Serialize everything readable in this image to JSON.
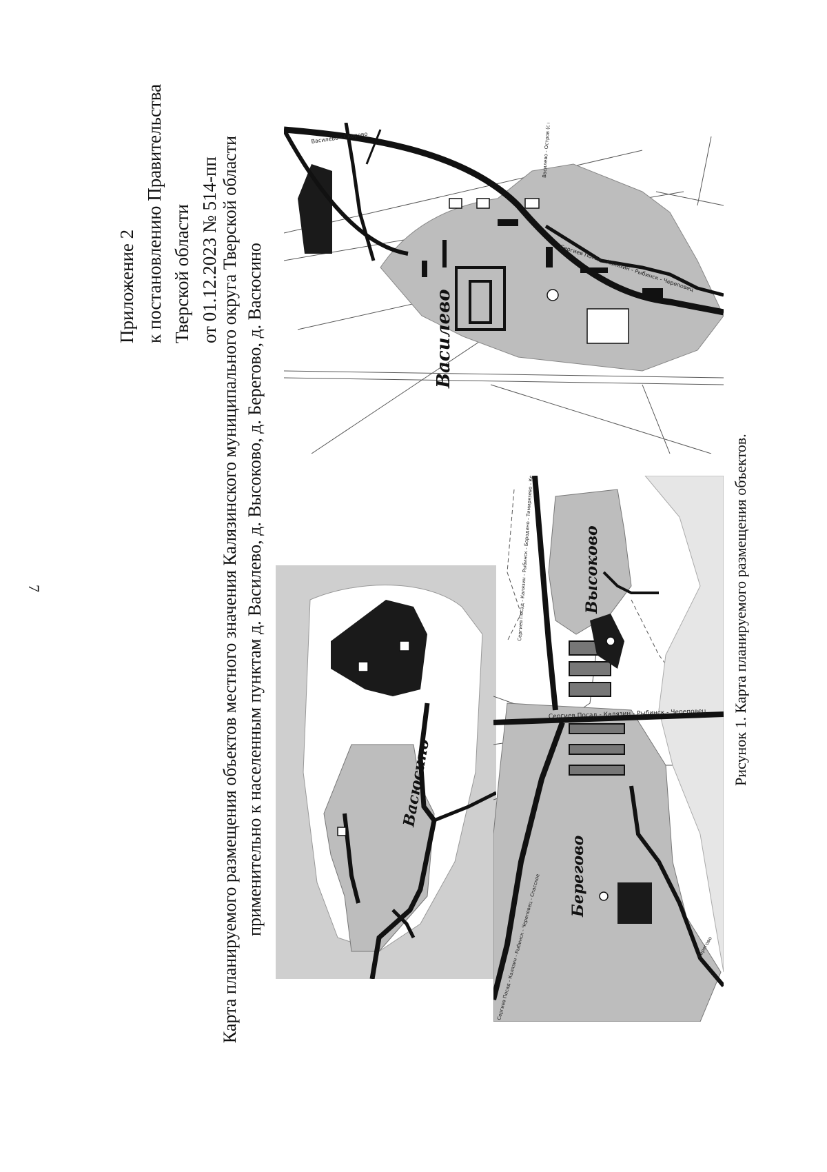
{
  "page_number": "7",
  "appendix": {
    "line1": "Приложение 2",
    "line2": "к постановлению Правительства",
    "line3": "Тверской области",
    "line4": "от 01.12.2023 № 514-пп"
  },
  "map_title": {
    "line1": "Карта планируемого размещения объектов местного значения Калязинского муниципального округа Тверской области",
    "line2": "применительно к населенным пунктам д. Василево, д. Высоково, д. Берегово, д. Васюсино"
  },
  "caption": "Рисунок 1. Карта планируемого размещения объектов.",
  "places": {
    "vasilevo": "Василево",
    "vasyusino": "Васюсино",
    "vysokovo": "Высоково",
    "beregovo": "Берегово"
  },
  "roads": {
    "vasilevo_main": "Сергиев Посад - Калязин - Рыбинск - Череповец",
    "vasilevo_north": "Василево - Скорово",
    "vasilevo_east": "Василево - Остров (с подъездом к д. Бирюлево)",
    "beregovo_main": "Сергиев Посад - Калязин - Рыбинск - Череповец",
    "beregovo_spur": "Сергиев Посад - Калязин - Рыбинск - Череповец - Спасское",
    "vysokovo_road": "Сергиев Посад - Калязин - Рыбинск - Бородино - Тимирязево - Кесслево",
    "beregovo_south": "Берегово"
  },
  "colors": {
    "settlement_fill": "#bdbdbd",
    "road": "#111111",
    "object_fill": "#1a1a1a",
    "background": "#ffffff"
  }
}
